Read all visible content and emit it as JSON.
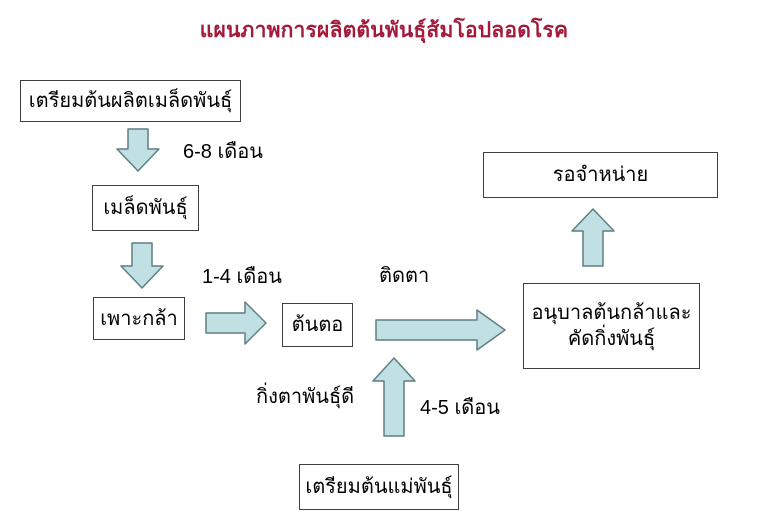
{
  "title": "แผนภาพการผลิตต้นพันธุ์ส้มโอปลอดโรค",
  "colors": {
    "background": "#ffffff",
    "title": "#a41a3a",
    "text": "#000000",
    "box_border": "#3f3f3f",
    "arrow_fill": "#c0e0e3",
    "arrow_border": "#5f7f82"
  },
  "nodes": {
    "prepare_seed_tree": "เตรียมต้นผลิตเมล็ดพันธุ์",
    "seed": "เมล็ดพันธุ์",
    "sow_seedling": "เพาะกล้า",
    "rootstock": "ต้นตอ",
    "nursing_line1": "อนุบาลต้นกล้าและ",
    "nursing_line2": "คัดกิ่งพันธุ์",
    "await_sale": "รอจำหน่าย",
    "prepare_mother_tree": "เตรียมต้นแม่พันธุ์"
  },
  "labels": {
    "duration_6_8": "6-8 เดือน",
    "duration_1_4": "1-4 เดือน",
    "budding": "ติดตา",
    "good_scion": "กิ่งตาพันธุ์ดี",
    "duration_4_5": "4-5 เดือน"
  }
}
